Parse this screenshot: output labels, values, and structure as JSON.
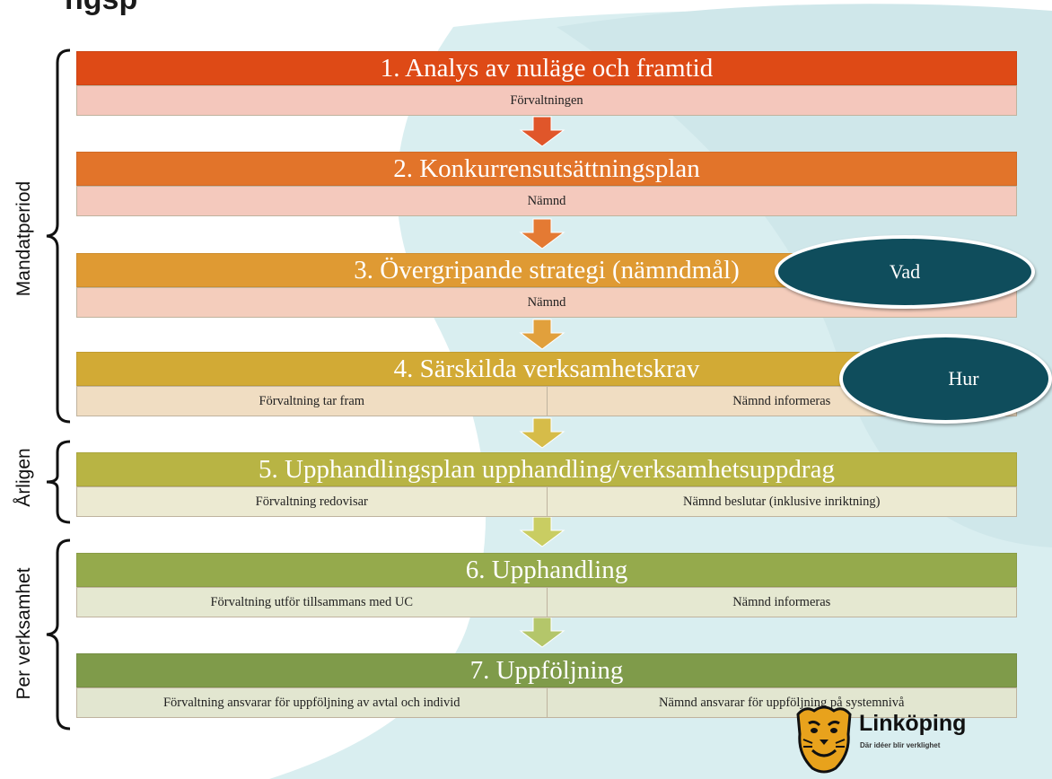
{
  "page": {
    "title_fragment": "ngsp"
  },
  "steps": [
    {
      "title": "1. Analys av nuläge och framtid",
      "subs": [
        "Förvaltningen"
      ],
      "head_color": "#de4a16",
      "sub_color": "#f4c7bc"
    },
    {
      "title": "2. Konkurrensutsättningsplan",
      "subs": [
        "Nämnd"
      ],
      "head_color": "#e2742a",
      "sub_color": "#f4c9bd"
    },
    {
      "title": "3. Övergripande strategi (nämndmål)",
      "subs": [
        "Nämnd"
      ],
      "head_color": "#df9a33",
      "sub_color": "#f4cdbc"
    },
    {
      "title": "4. Särskilda verksamhetskrav",
      "subs": [
        "Förvaltning tar fram",
        "Nämnd informeras"
      ],
      "head_color": "#d2aa35",
      "sub_color": "#f0ddc2"
    },
    {
      "title": "5. Upphandlingsplan upphandling/verksamhetsuppdrag",
      "subs": [
        "Förvaltning redovisar",
        "Nämnd beslutar (inklusive inriktning)"
      ],
      "head_color": "#b8b444",
      "sub_color": "#ecead2"
    },
    {
      "title": "6. Upphandling",
      "subs": [
        "Förvaltning utför tillsammans med UC",
        "Nämnd informeras"
      ],
      "head_color": "#95aa4c",
      "sub_color": "#e5e8d1"
    },
    {
      "title": "7. Uppföljning",
      "subs": [
        "Förvaltning ansvarar för uppföljning av avtal och individ",
        "Nämnd ansvarar för uppföljning på systemnivå"
      ],
      "head_color": "#7f9b4a",
      "sub_color": "#e2e6d0"
    }
  ],
  "ovals": [
    {
      "label": "Vad"
    },
    {
      "label": "Hur"
    }
  ],
  "side_labels": {
    "mandatperiod": "Mandatperiod",
    "arligen": "Årligen",
    "per_verksamhet": "Per verksamhet"
  },
  "logo": {
    "name": "Linköping",
    "tagline": "Där idéer blir verklighet",
    "colors": {
      "gold": "#e8a21c",
      "dark": "#111111"
    }
  },
  "colors": {
    "background_shape": "#cfe7ea",
    "oval_fill": "#0f4d5c"
  }
}
